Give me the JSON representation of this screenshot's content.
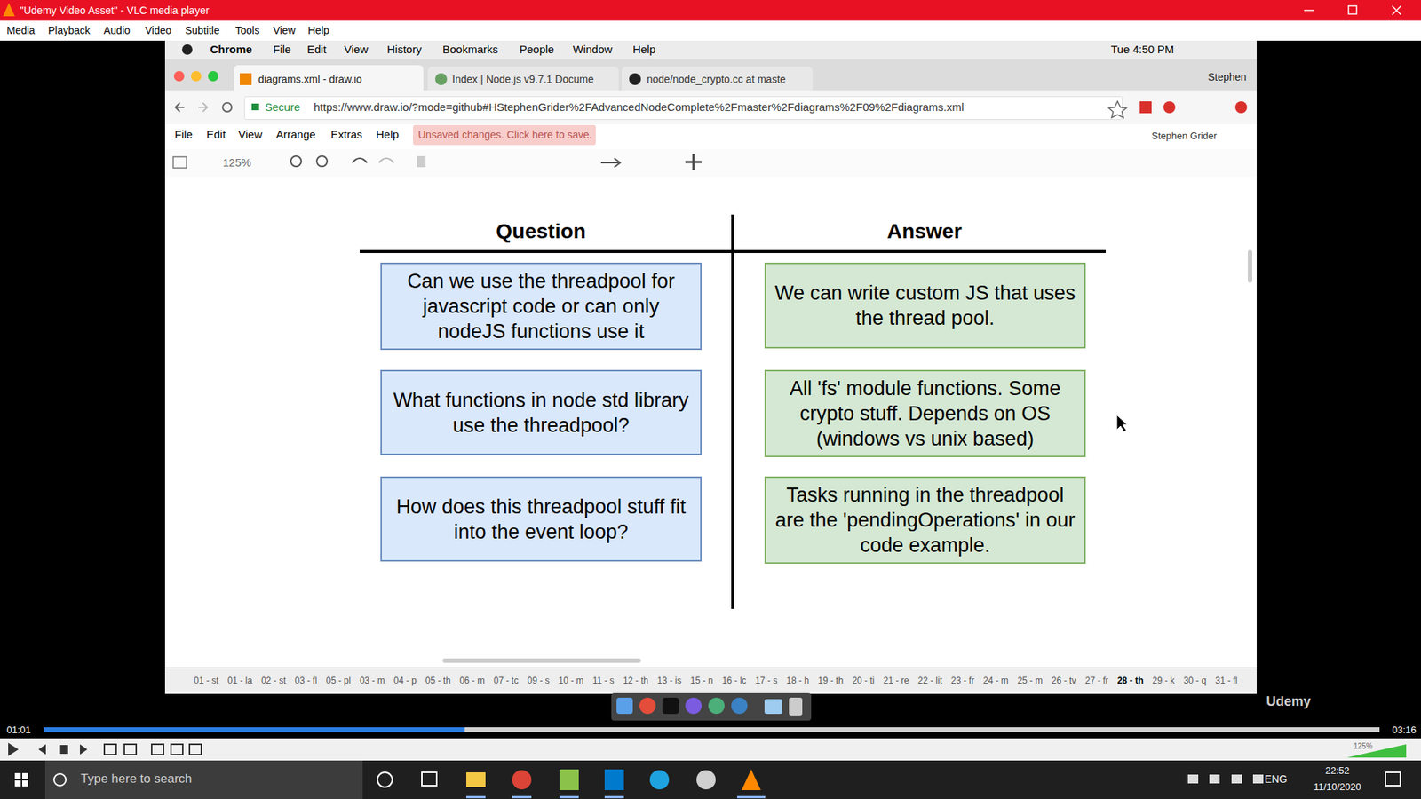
{
  "diagram": {
    "nodes": [
      {
        "text": [
          "Can we use the threadpool for javascript code or can only nodeJS functions use it"
        ]
      },
      {
        "text": [
          "We can write custom JS that uses the thread pool."
        ]
      },
      {
        "text": [
          "What functions in node std library use the threadpool?"
        ]
      },
      {
        "text": [
          "All 'fs' module functions.  Some crypto stuff.  Depends on OS (windows vs unix based)"
        ]
      },
      {
        "text": [
          "How does this threadpool stuff fit into the event loop?"
        ]
      },
      {
        "text": [
          "Tasks running in the threadpool are the 'pendingOperations' in our code example."
        ]
      }
    ],
    "labels": [
      "\"Udemy Video Asset\" - VLC media player",
      "Media",
      "Playback",
      "Audio",
      "Video",
      "Subtitle",
      "Tools",
      "View",
      "Help",
      "Chrome",
      "File",
      "Edit",
      "View",
      "History",
      "Bookmarks",
      "People",
      "Window",
      "Help",
      "Tue 4:50 PM",
      "diagrams.xml - draw.io",
      "Index | Node.js v9.7.1 Docume",
      "node/node_crypto.cc at maste",
      "Stephen",
      "Secure",
      "https://www.draw.io/?mode=github#HStephenGrider%2FAdvancedNodeComplete%2Fmaster%2Fdiagrams%2F09%2Fdiagrams.xml",
      "File",
      "Edit",
      "View",
      "Arrange",
      "Extras",
      "Help",
      "Unsaved changes. Click here to save.",
      "Stephen Grider",
      "125%",
      "Question",
      "Answer",
      "01 - st",
      "01 - la",
      "02 - st",
      "03 - fl",
      "05 - pl",
      "03 - m",
      "04 - p",
      "05 - th",
      "06 - m",
      "07 - tc",
      "09 - s",
      "10 - m",
      "11 - s",
      "12 - th",
      "13 - is",
      "15 - n",
      "16 - lc",
      "17 - s",
      "18 - h",
      "19 - th",
      "20 - ti",
      "21 - re",
      "22 - lit",
      "23 - fr",
      "24 - m",
      "25 - m",
      "26 - tv",
      "27 - fr",
      "28 - th",
      "29 - k",
      "30 - q",
      "31 - fl",
      "Udemy",
      "01:01",
      "03:16",
      "125%",
      "Type here to search",
      "ENG",
      "22:52",
      "11/10/2020"
    ]
  }
}
